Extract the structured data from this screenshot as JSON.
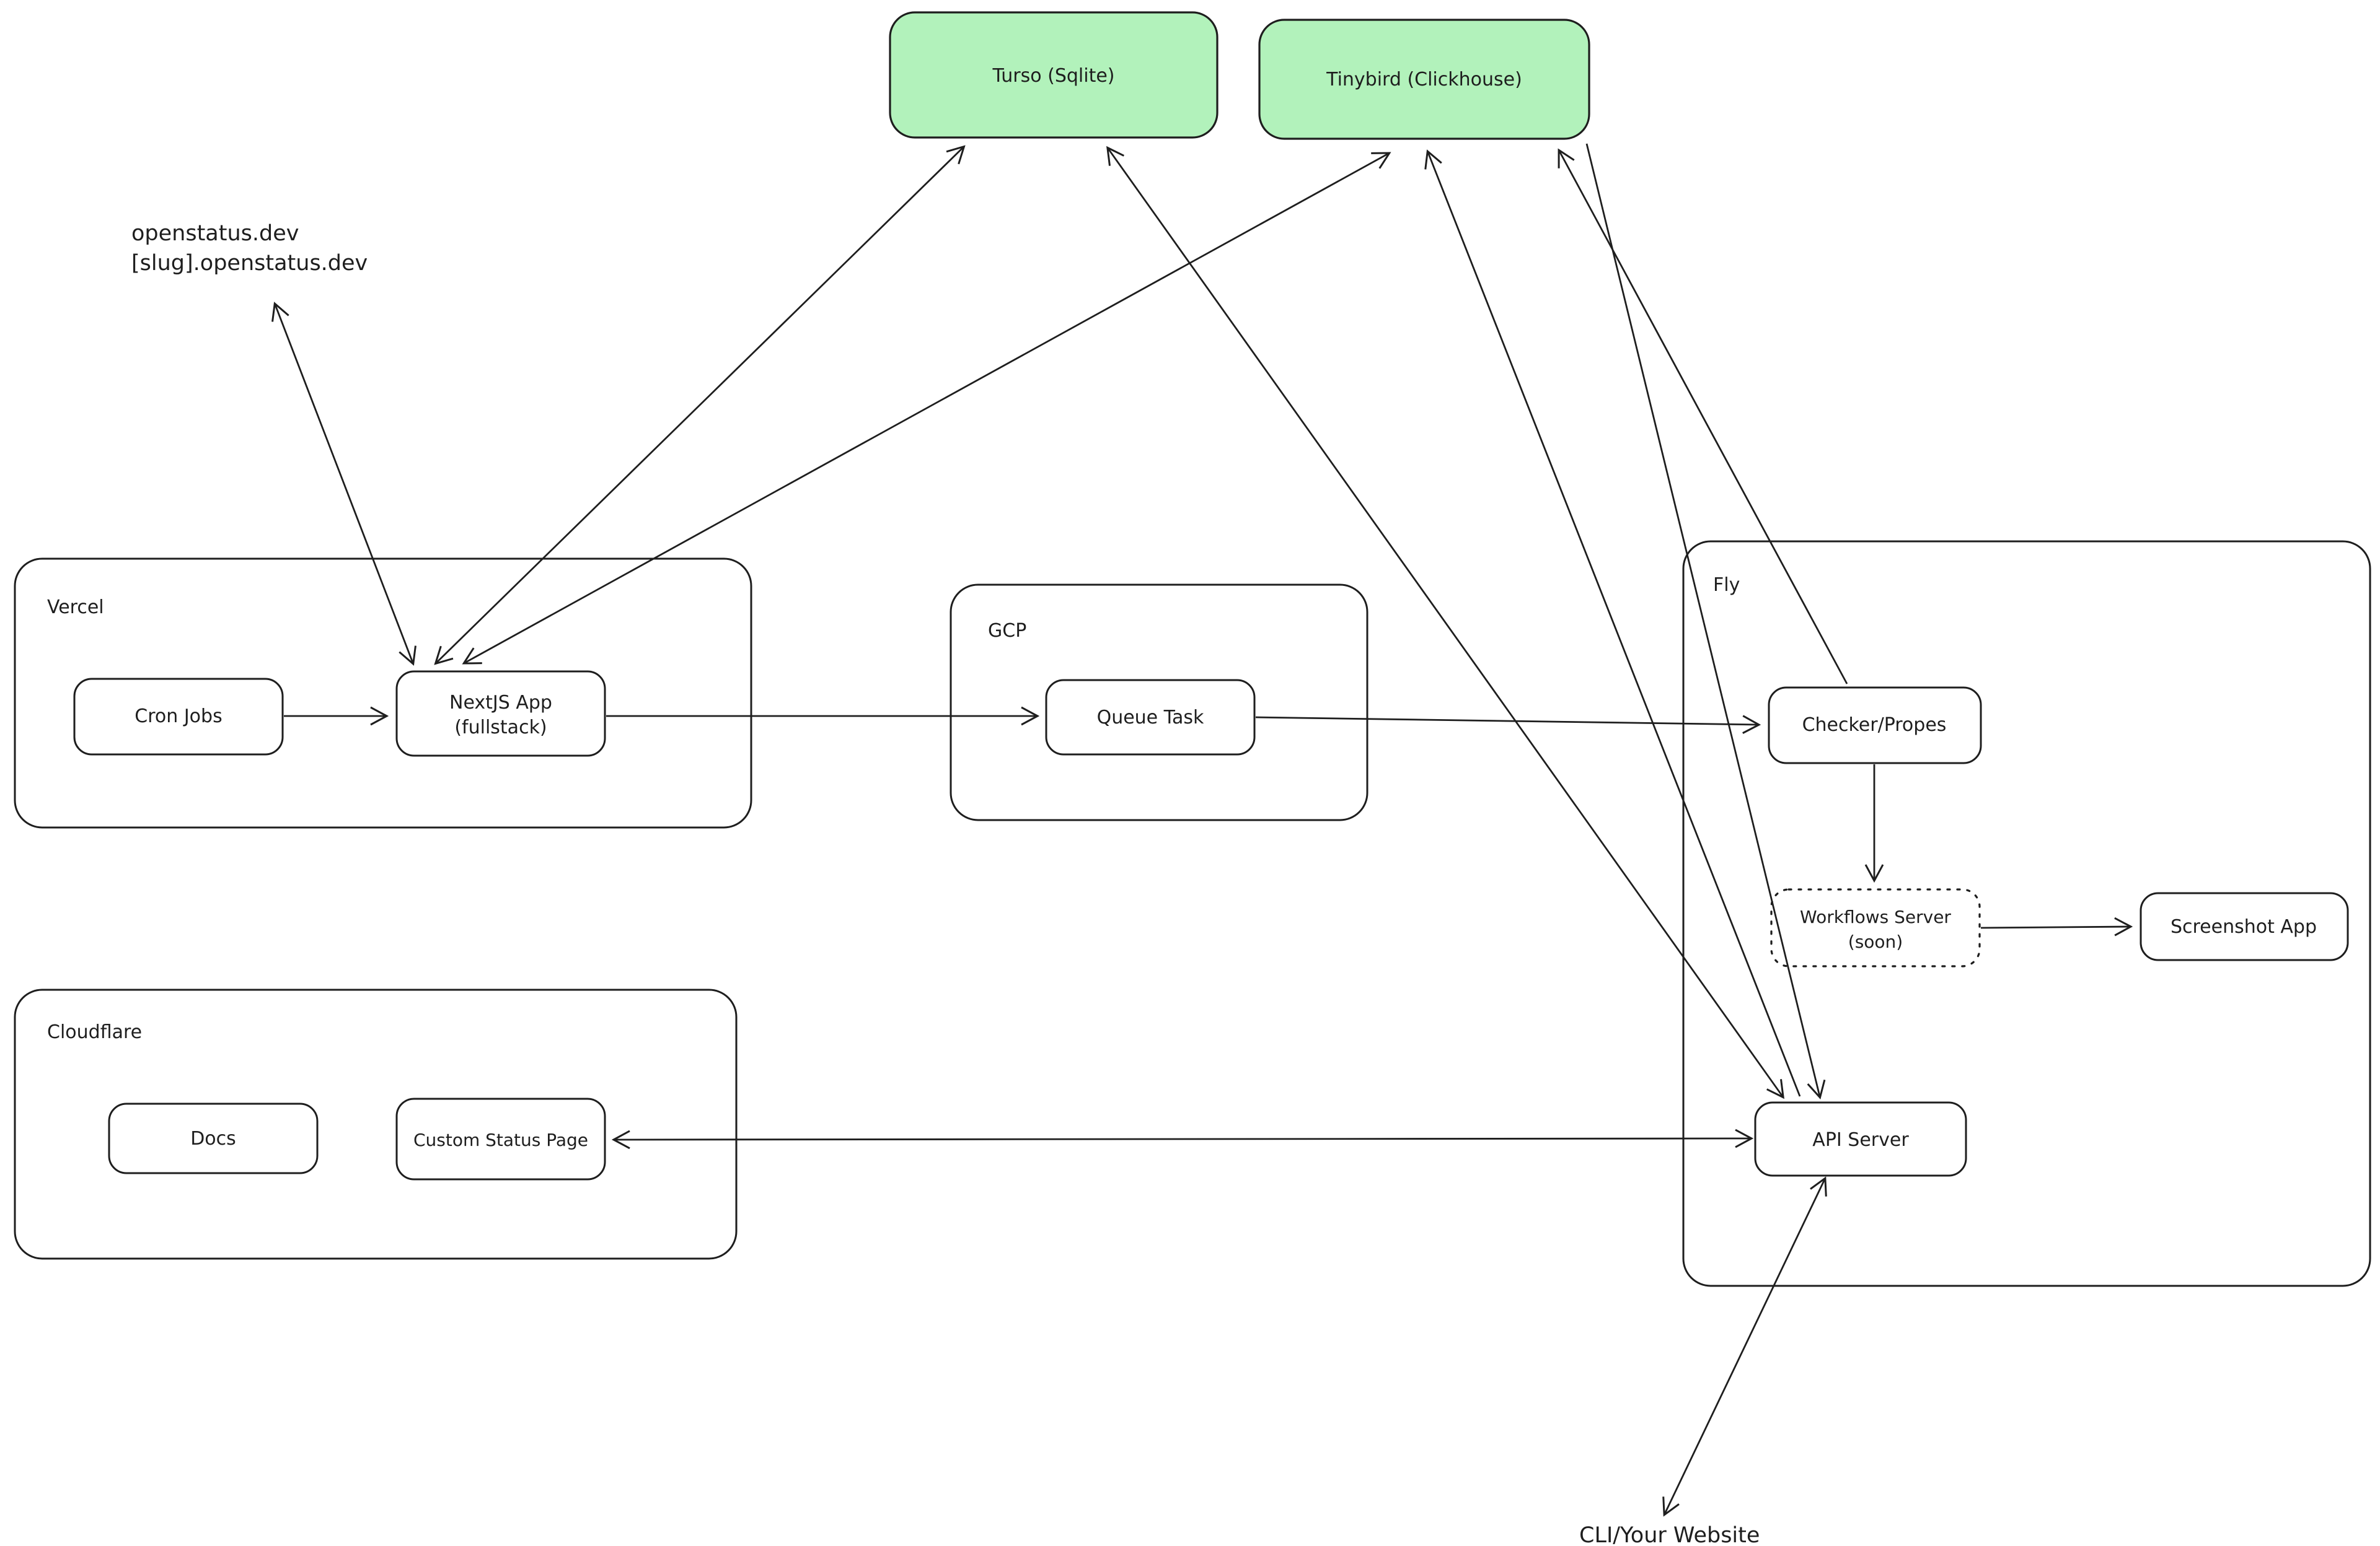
{
  "diagram": {
    "groups": {
      "vercel": {
        "label": "Vercel"
      },
      "gcp": {
        "label": "GCP"
      },
      "fly": {
        "label": "Fly"
      },
      "cloudflare": {
        "label": "Cloudflare"
      }
    },
    "nodes": {
      "turso": {
        "label": "Turso (Sqlite)",
        "fill": "#b2f2bb"
      },
      "tinybird": {
        "label": "Tinybird (Clickhouse)",
        "fill": "#b2f2bb"
      },
      "cron_jobs": {
        "label": "Cron Jobs"
      },
      "nextjs_app": {
        "line1": "NextJS App",
        "line2": "(fullstack)"
      },
      "queue_task": {
        "label": "Queue Task"
      },
      "checker": {
        "label": "Checker/Propes"
      },
      "workflows_server": {
        "line1": "Workflows Server",
        "line2": "(soon)"
      },
      "screenshot_app": {
        "label": "Screenshot App"
      },
      "api_server": {
        "label": "API Server"
      },
      "docs": {
        "label": "Docs"
      },
      "custom_status_page": {
        "label": "Custom Status Page"
      }
    },
    "labels": {
      "openstatus_line1": "openstatus.dev",
      "openstatus_line2": "[slug].openstatus.dev",
      "cli": "CLI/Your Website"
    },
    "colors": {
      "stroke": "#1e1e1e",
      "node_fill_green": "#b2f2bb",
      "background": "#ffffff"
    }
  }
}
